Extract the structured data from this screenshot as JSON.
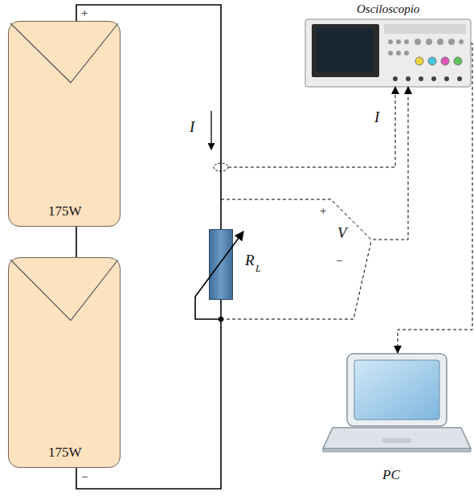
{
  "diagram": {
    "nodes": [
      {
        "text": [
          "175W"
        ]
      },
      {
        "text": [
          "175W"
        ]
      },
      {
        "text": [
          "R",
          "L"
        ]
      },
      {
        "text": [
          "Osciloscopio"
        ]
      },
      {
        "text": [
          "PC"
        ]
      }
    ],
    "edges": [
      {
        "from": 0,
        "to": 1,
        "arrow": "none"
      },
      {
        "from": 0,
        "to": 2,
        "arrow": "none"
      },
      {
        "from": 2,
        "to": 1,
        "arrow": "none"
      },
      {
        "from": 2,
        "to": 3,
        "arrow": "to",
        "label": "I"
      },
      {
        "from": 2,
        "to": 3,
        "arrow": "to",
        "label": "V"
      },
      {
        "from": 3,
        "to": 4,
        "arrow": "to"
      }
    ],
    "labels": [
      "+",
      "−",
      "I",
      "+",
      "−"
    ]
  }
}
